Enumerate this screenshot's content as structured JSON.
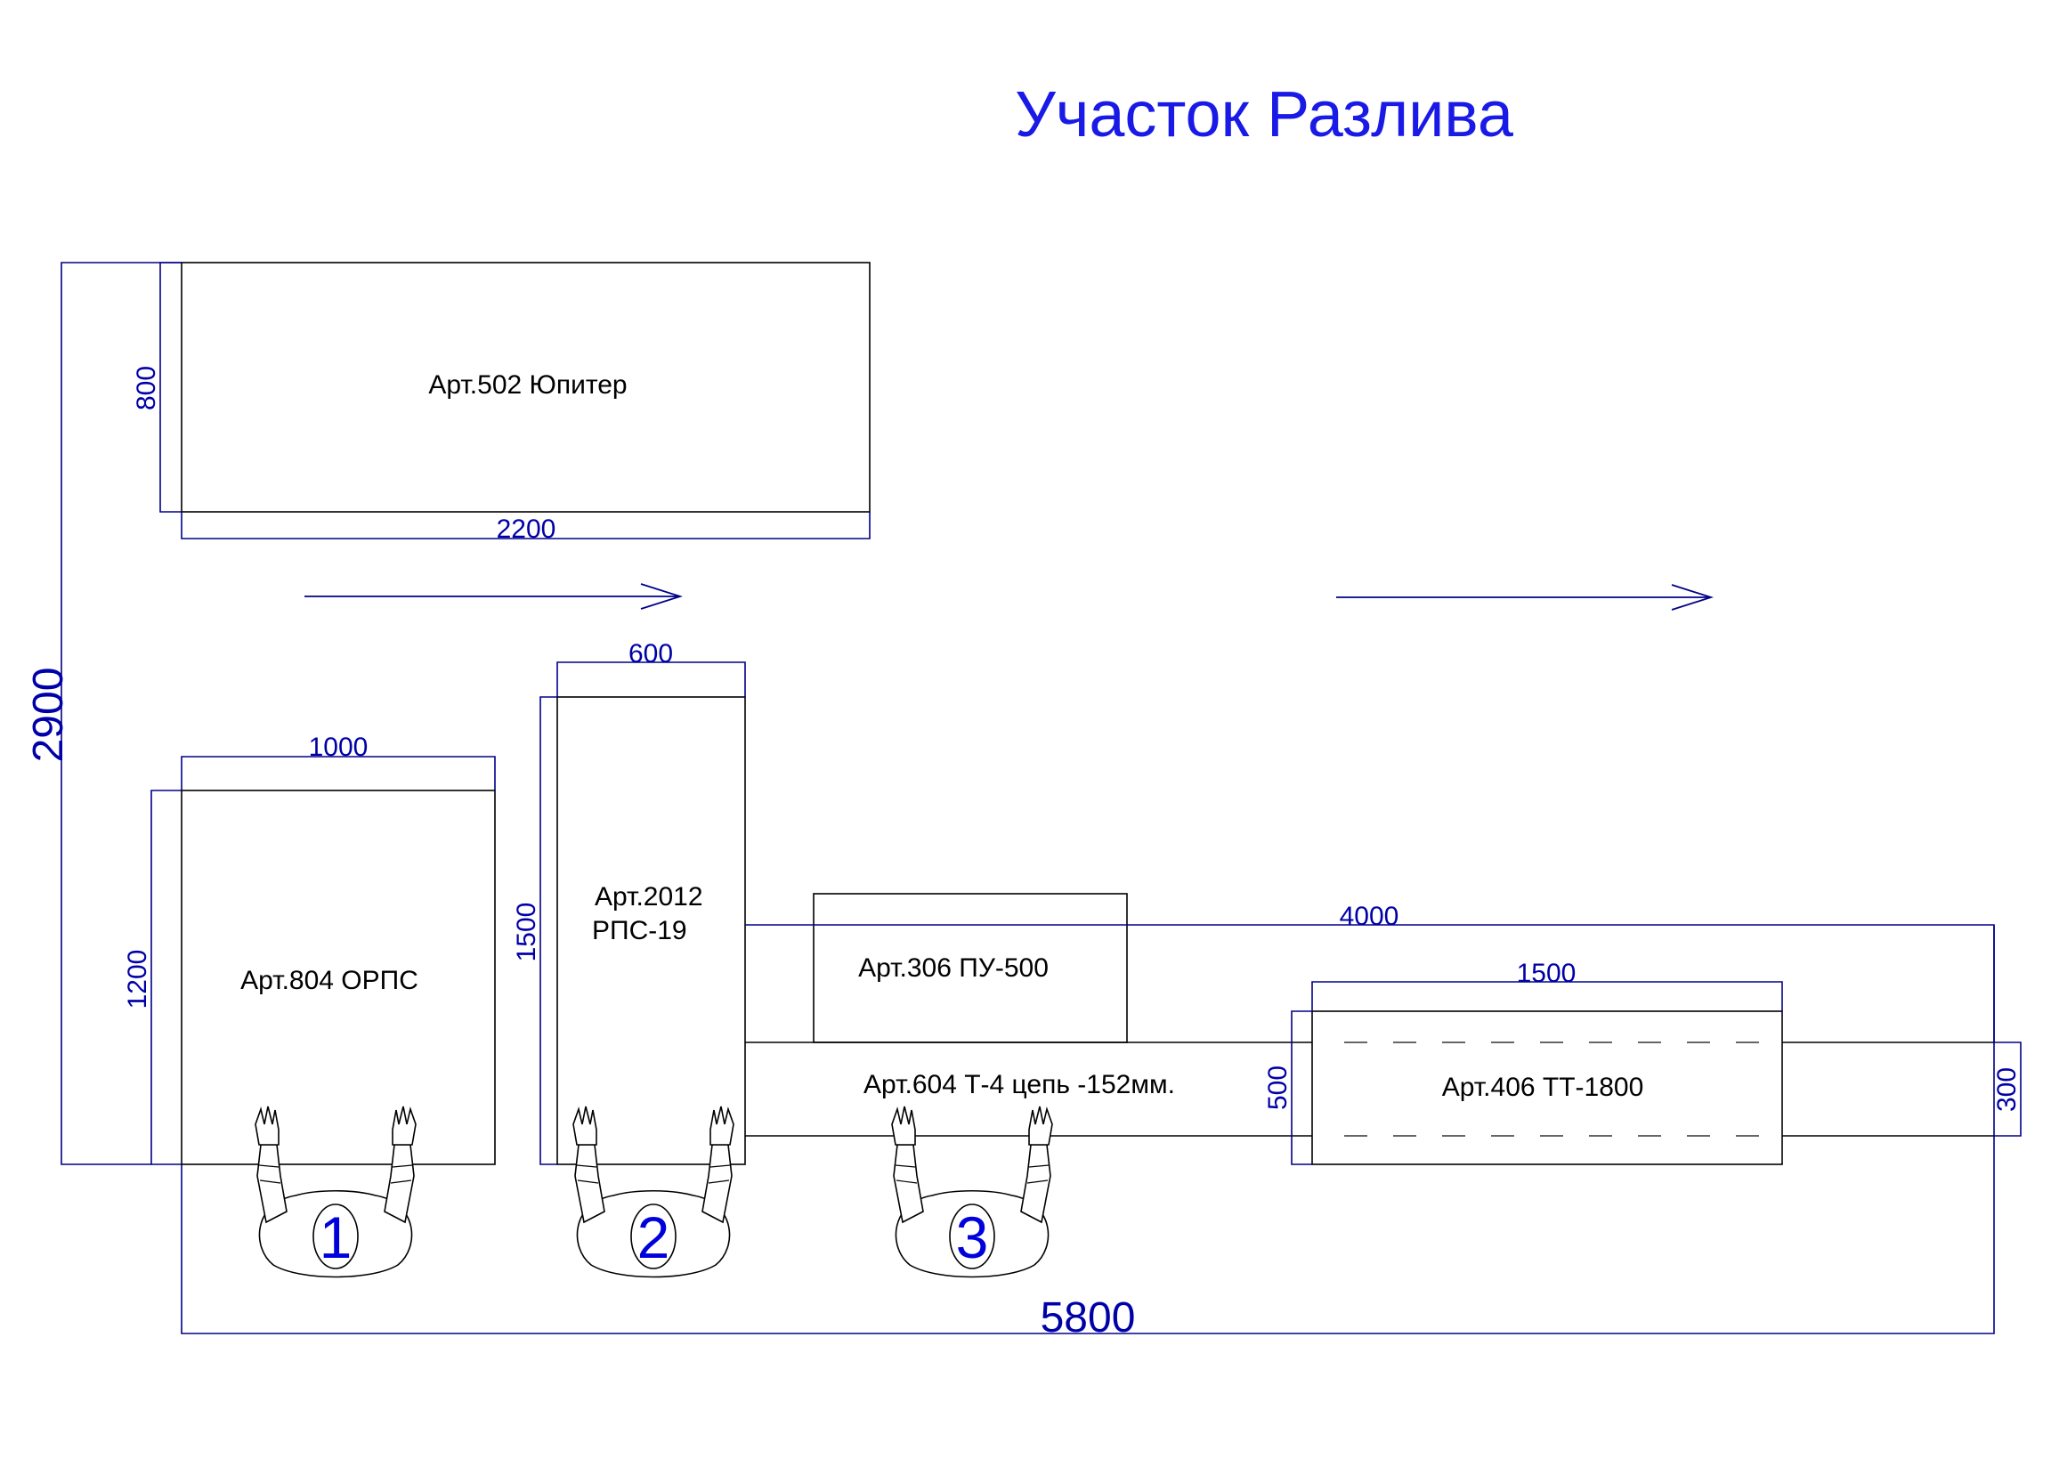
{
  "title": "Участок Разлива",
  "equipment": {
    "jupiter": "Арт.502 Юпитер",
    "orps": "Арт.804 ОРПС",
    "rps_line1": "Арт.2012",
    "rps_line2": "РПС-19",
    "pu500": "Арт.306 ПУ-500",
    "conveyor": "Арт.604 Т-4 цепь -152мм.",
    "tt1800": "Арт.406 ТТ-1800"
  },
  "dimensions": {
    "total_height": "2900",
    "total_width": "5800",
    "jupiter_height": "800",
    "jupiter_width": "2200",
    "orps_width": "1000",
    "orps_height": "1200",
    "rps_width": "600",
    "rps_height": "1500",
    "conveyor_length": "4000",
    "tt_width": "1500",
    "tt_height": "500",
    "conveyor_height": "300"
  },
  "workstations": [
    "1",
    "2",
    "3"
  ],
  "colors": {
    "title": "#1a1ae6",
    "dimension": "#0000a8",
    "workstation_number": "#0000dd",
    "outline": "#000000"
  }
}
